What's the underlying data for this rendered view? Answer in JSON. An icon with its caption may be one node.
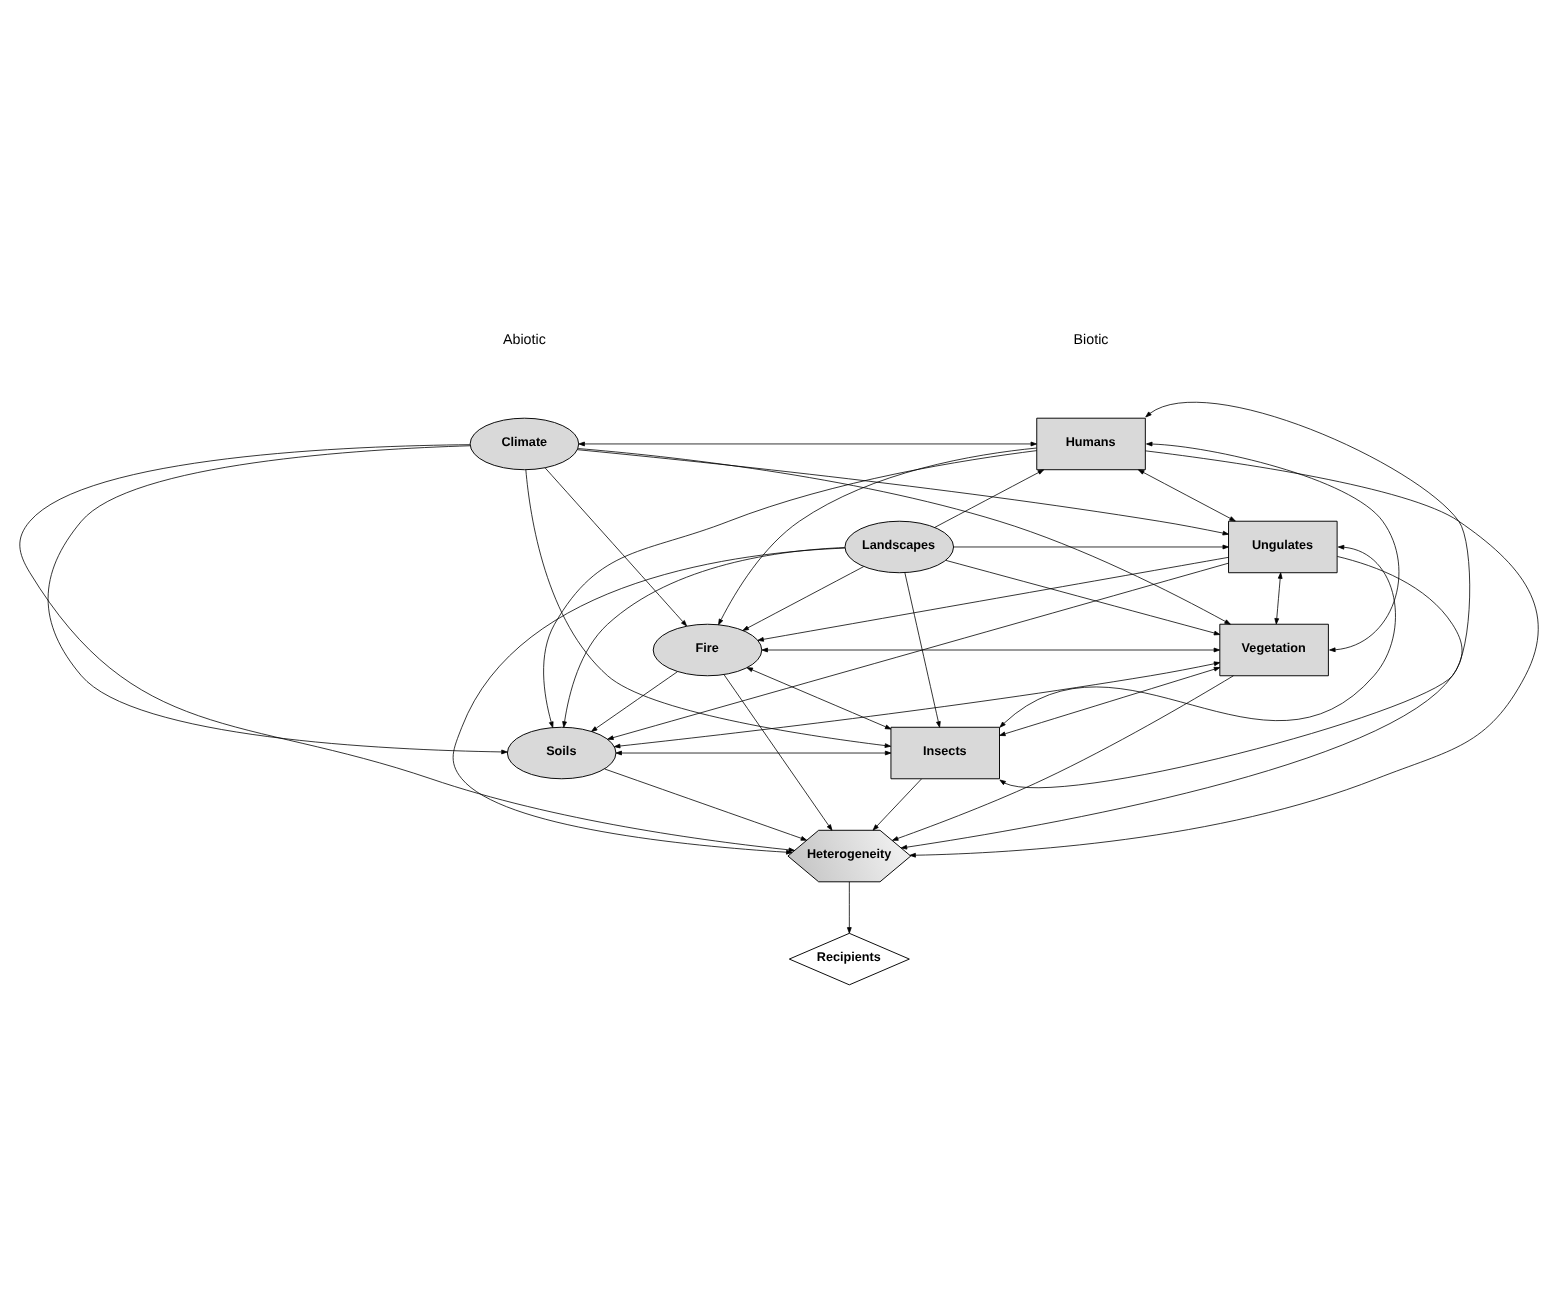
{
  "diagram": {
    "nodes": [
      {
        "text": [
          "Climate"
        ]
      },
      {
        "text": [
          "Landscapes"
        ]
      },
      {
        "text": [
          "Fire"
        ]
      },
      {
        "text": [
          "Soils"
        ]
      },
      {
        "text": [
          "Humans"
        ]
      },
      {
        "text": [
          "Ungulates"
        ]
      },
      {
        "text": [
          "Vegetation"
        ]
      },
      {
        "text": [
          "Insects"
        ]
      },
      {
        "text": [
          "Heterogeneity"
        ]
      },
      {
        "text": [
          "Recipients"
        ]
      }
    ],
    "edges": [
      {
        "from": 0,
        "to": 4,
        "arrow": "both"
      },
      {
        "from": 0,
        "to": 5,
        "arrow": "to"
      },
      {
        "from": 0,
        "to": 6,
        "arrow": "to"
      },
      {
        "from": 0,
        "to": 7,
        "arrow": "to"
      },
      {
        "from": 1,
        "to": 4,
        "arrow": "to"
      },
      {
        "from": 1,
        "to": 5,
        "arrow": "to"
      },
      {
        "from": 1,
        "to": 6,
        "arrow": "to"
      },
      {
        "from": 1,
        "to": 7,
        "arrow": "to"
      },
      {
        "from": 4,
        "to": 2,
        "arrow": "to"
      },
      {
        "from": 5,
        "to": 2,
        "arrow": "to"
      },
      {
        "from": 2,
        "to": 6,
        "arrow": "both"
      },
      {
        "from": 2,
        "to": 7,
        "arrow": "both"
      },
      {
        "from": 4,
        "to": 3,
        "arrow": "to"
      },
      {
        "from": 5,
        "to": 3,
        "arrow": "to"
      },
      {
        "from": 6,
        "to": 3,
        "arrow": "both"
      },
      {
        "from": 3,
        "to": 7,
        "arrow": "both"
      },
      {
        "from": 0,
        "to": 2,
        "arrow": "to"
      },
      {
        "from": 0,
        "to": 3,
        "arrow": "to"
      },
      {
        "from": 1,
        "to": 2,
        "arrow": "to"
      },
      {
        "from": 1,
        "to": 3,
        "arrow": "to"
      },
      {
        "from": 2,
        "to": 3,
        "arrow": "to"
      },
      {
        "from": 4,
        "to": 5,
        "arrow": "both"
      },
      {
        "from": 5,
        "to": 6,
        "arrow": "both"
      },
      {
        "from": 6,
        "to": 7,
        "arrow": "both"
      },
      {
        "from": 4,
        "to": 6,
        "arrow": "both"
      },
      {
        "from": 4,
        "to": 7,
        "arrow": "both"
      },
      {
        "from": 5,
        "to": 7,
        "arrow": "both"
      },
      {
        "from": 0,
        "to": 8,
        "arrow": "to"
      },
      {
        "from": 1,
        "to": 8,
        "arrow": "to"
      },
      {
        "from": 2,
        "to": 8,
        "arrow": "to"
      },
      {
        "from": 3,
        "to": 8,
        "arrow": "to"
      },
      {
        "from": 4,
        "to": 8,
        "arrow": "to"
      },
      {
        "from": 5,
        "to": 8,
        "arrow": "to"
      },
      {
        "from": 6,
        "to": 8,
        "arrow": "to"
      },
      {
        "from": 7,
        "to": 8,
        "arrow": "to"
      },
      {
        "from": 8,
        "to": 9,
        "arrow": "to"
      }
    ],
    "labels": [
      "Abiotic",
      "Biotic"
    ]
  }
}
